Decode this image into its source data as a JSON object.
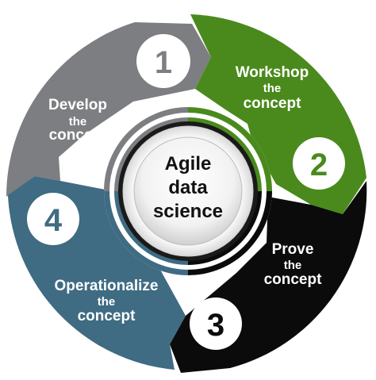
{
  "center": {
    "line1": "Agile",
    "line2": "data",
    "line3": "science"
  },
  "stages": [
    {
      "number": "1",
      "line1": "Develop",
      "line2": "the",
      "line3": "concept",
      "color": "#7d7e81"
    },
    {
      "number": "2",
      "line1": "Workshop",
      "line2": "the",
      "line3": "concept",
      "color": "#4a8a1c"
    },
    {
      "number": "3",
      "line1": "Prove",
      "line2": "the",
      "line3": "concept",
      "color": "#0b0b0b"
    },
    {
      "number": "4",
      "line1": "Operationalize",
      "line2": "the",
      "line3": "concept",
      "color": "#3f6b83"
    }
  ]
}
